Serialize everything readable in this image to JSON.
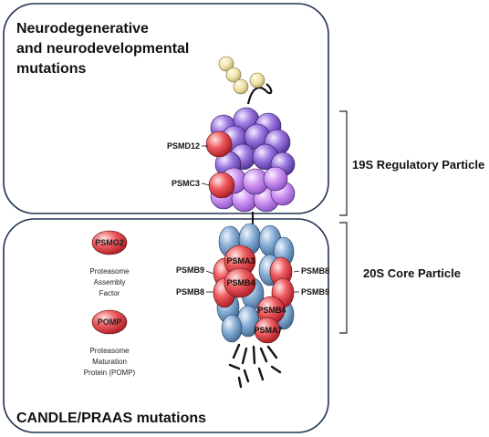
{
  "panels": {
    "top_title_lines": [
      "Neurodegenerative",
      "and neurodevelopmental",
      "mutations"
    ],
    "bottom_title": "CANDLE/PRAAS mutations"
  },
  "brackets": {
    "regulatory": "19S Regulatory Particle",
    "core": "20S Core Particle"
  },
  "labels": {
    "psmd12": "PSMD12",
    "psmc3": "PSMC3",
    "psma3": "PSMA3",
    "psmb4": "PSMB4",
    "psmb4_lower": "PSMB4",
    "psma7": "PSMA7",
    "psmb9_left": "PSMB9",
    "psmb8_left": "PSMB8",
    "psmb8_right": "PSMB8",
    "psmb9_right": "PSMB9"
  },
  "factors": {
    "psmg2_badge": "PSMG2",
    "psmg2_desc": [
      "Proteasome",
      "Assembly",
      "Factor"
    ],
    "pomp_badge": "POMP",
    "pomp_desc": [
      "Proteasome",
      "Maturation",
      "Protein (POMP)"
    ]
  },
  "colors": {
    "ubiquitin": "#efe2a6",
    "regulatory_purple": "#8c62d6",
    "base_violet": "#c98cf0",
    "core_blue": "#7fa7cf",
    "mutation_red": "#e8454a",
    "panel_stroke": "#1f3350"
  }
}
